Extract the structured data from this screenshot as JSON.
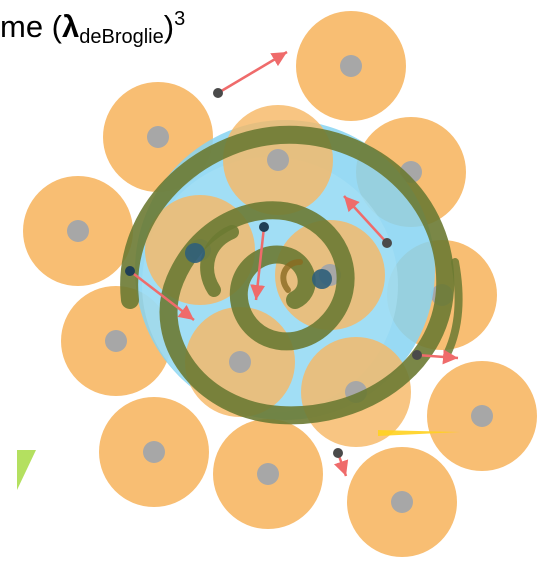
{
  "title": {
    "prefix": "me (",
    "symbol": "λ",
    "subscript": "deBroglie",
    "close": ")",
    "superscript": "3"
  },
  "colors": {
    "atom_fill": "#f7b867",
    "atom_core": "#a7a7a7",
    "wave_halo": "#86d3f2",
    "spiral": "#6b7a33",
    "molecule_dot": "#4a4a4a",
    "velocity_arrow": "#ef6b6b",
    "accent_green": "#b4e060",
    "accent_yellow": "#ffd21f",
    "dark_blue_dot": "#2f5f7a"
  },
  "icons": [
    "atom-icon",
    "spiral-wave-icon",
    "velocity-arrow-icon"
  ]
}
